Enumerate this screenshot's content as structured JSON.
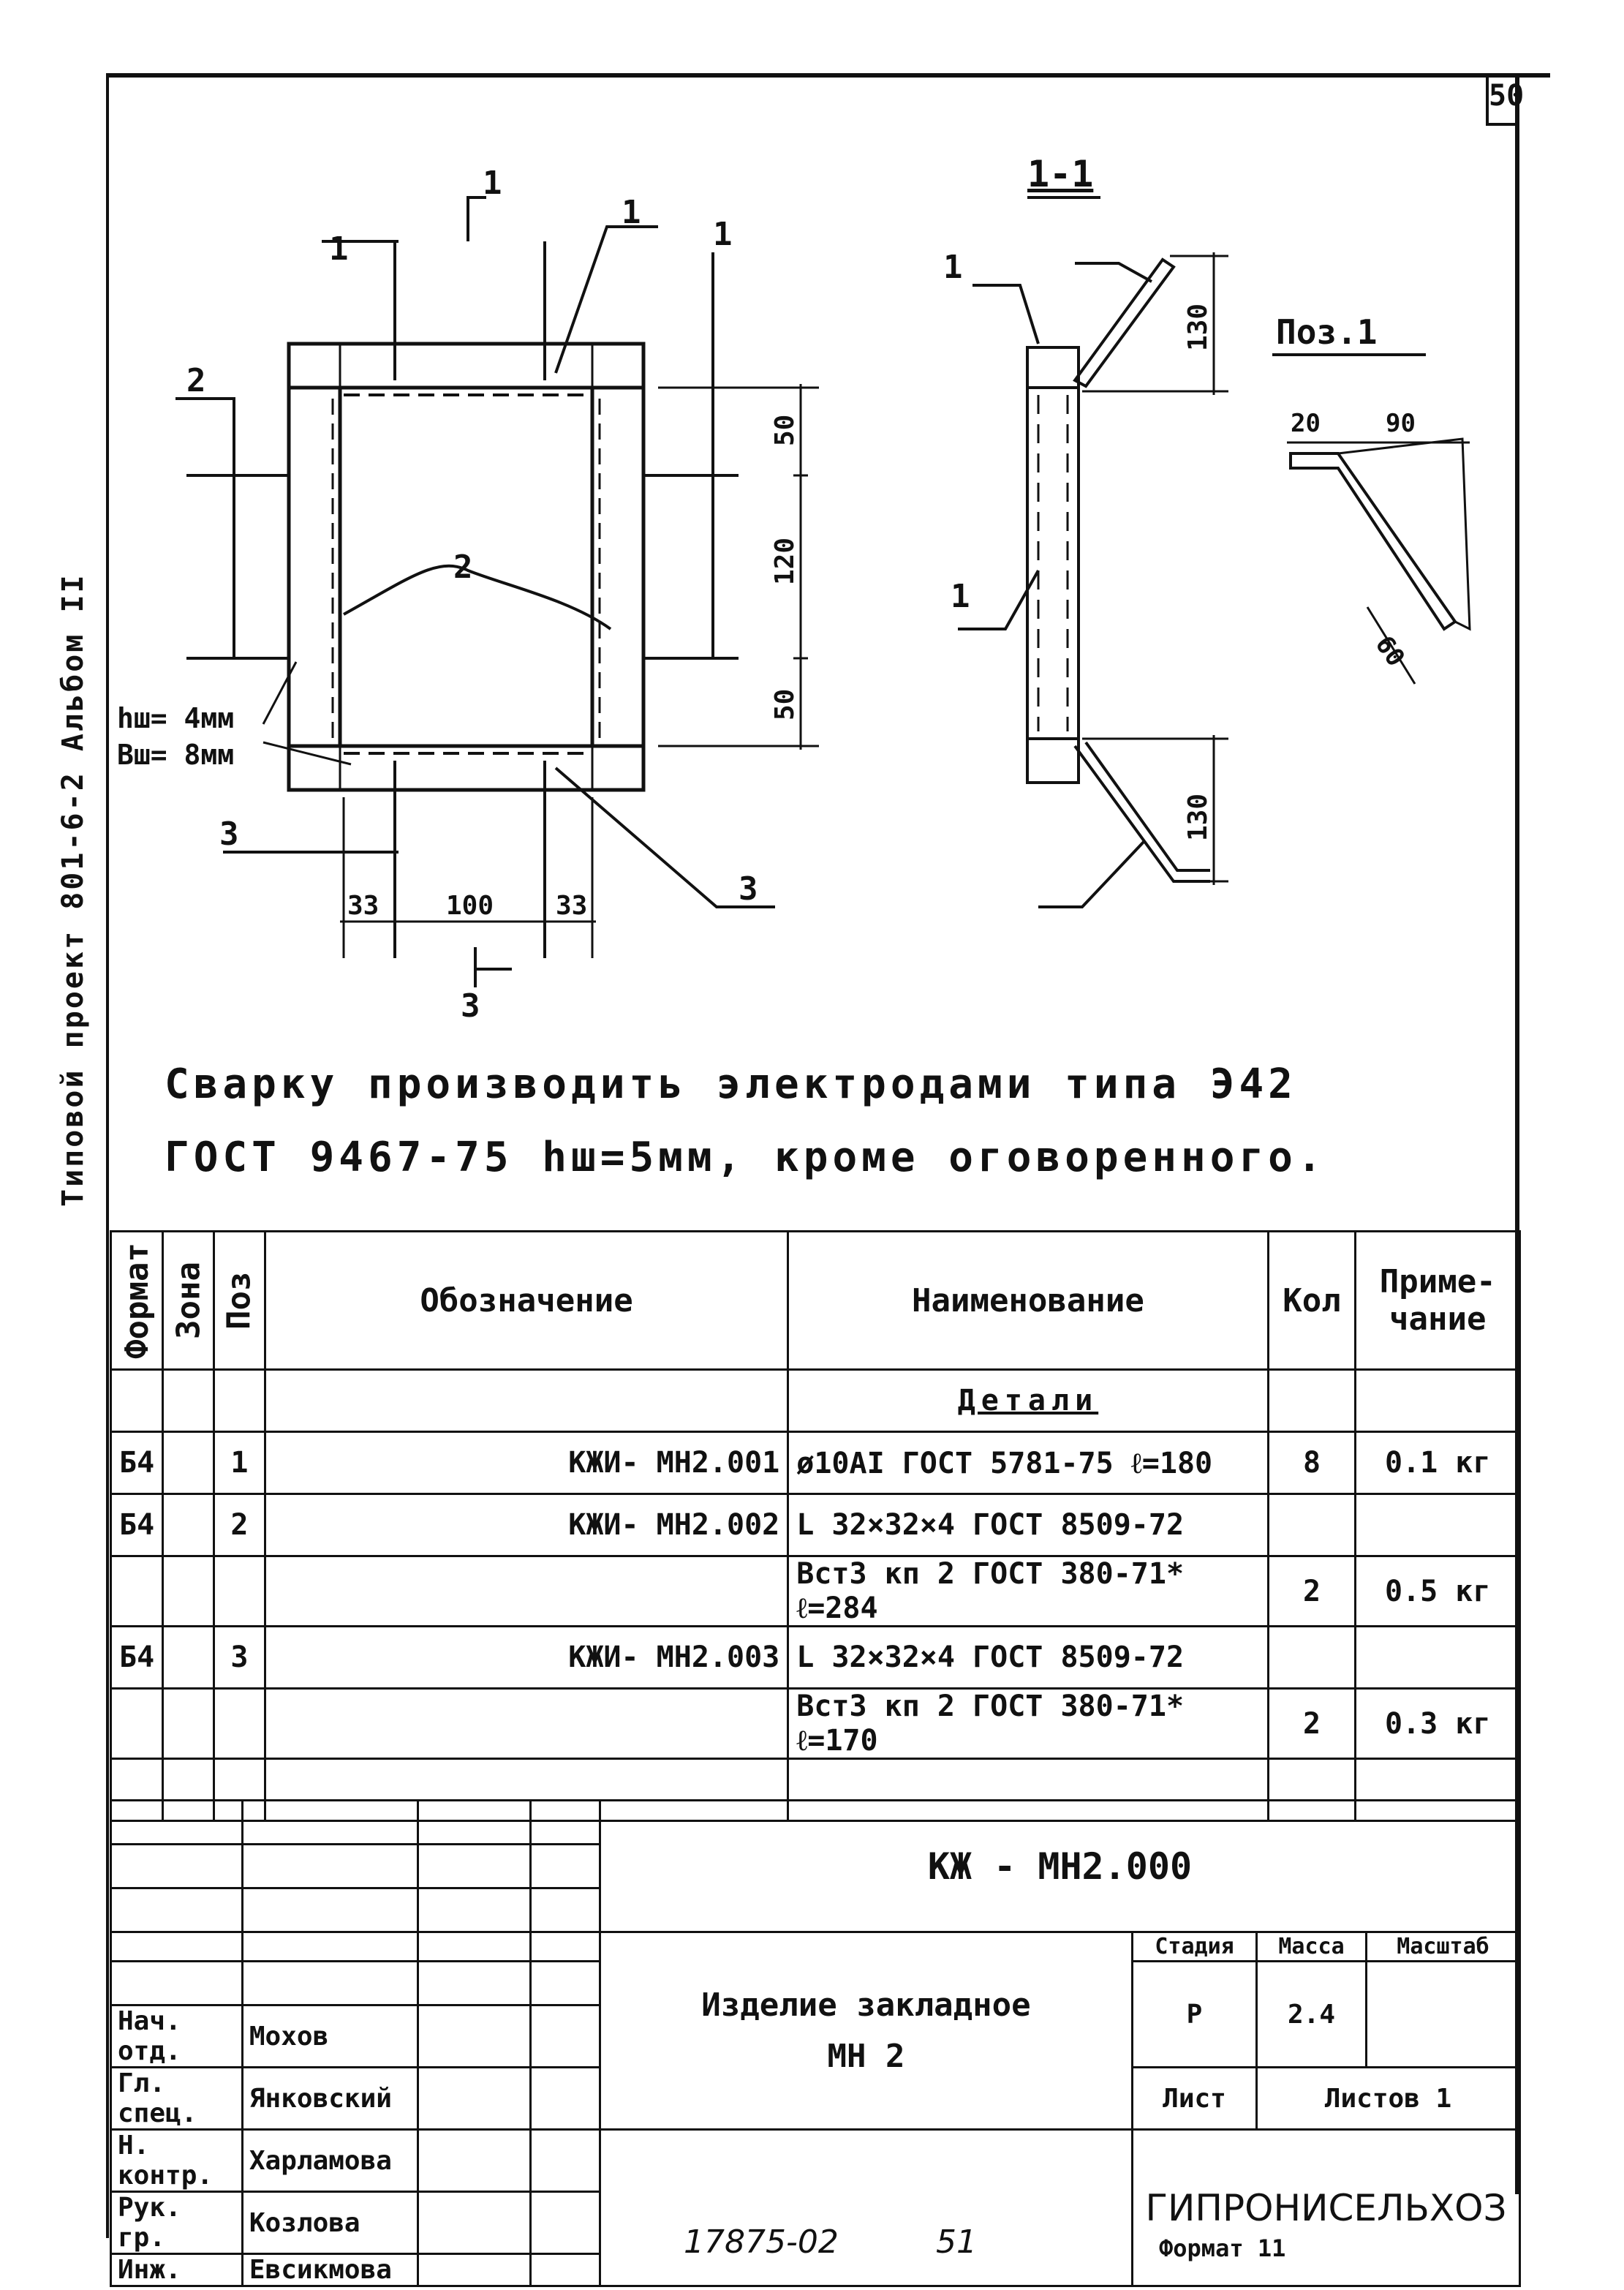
{
  "sheet_number": "50",
  "side_label": "Типовой проект 801-6-2 Альбом II",
  "drawing": {
    "section_title": "1-1",
    "pos_title": "Поз.1",
    "section_marker": "1",
    "callouts": [
      "1",
      "1",
      "1",
      "1",
      "2",
      "2",
      "3",
      "3",
      "3",
      "1",
      "1"
    ],
    "dims_vertical": [
      "50",
      "120",
      "50",
      "130",
      "130"
    ],
    "dims_horizontal": [
      "33",
      "100",
      "33"
    ],
    "pos1_dims": [
      "20",
      "90",
      "60"
    ],
    "weld_h": "hш= 4мм",
    "weld_b": "Bш= 8мм"
  },
  "note": {
    "line1": "Сварку производить электродами типа Э42",
    "line2": "ГОСТ 9467-75 hш=5мм, кроме оговоренного."
  },
  "spec": {
    "headers": {
      "format": "Формат",
      "zone": "Зона",
      "pos": "Поз",
      "designation": "Обозначение",
      "name": "Наименование",
      "qty": "Кол",
      "note": "Приме-чание"
    },
    "section": "Детали",
    "rows": [
      {
        "format": "Б4",
        "pos": "1",
        "designation": "КЖИ- МН2.001",
        "name": "ø10АI ГОСТ 5781-75   ℓ=180",
        "qty": "8",
        "note": "0.1 кг"
      },
      {
        "format": "Б4",
        "pos": "2",
        "designation": "КЖИ- МН2.002",
        "name": "L 32×32×4 ГОСТ 8509-72",
        "qty": "",
        "note": ""
      },
      {
        "format": "",
        "pos": "",
        "designation": "",
        "name": "Вст3 кп 2 ГОСТ 380-71*  ℓ=284",
        "qty": "2",
        "note": "0.5 кг"
      },
      {
        "format": "Б4",
        "pos": "3",
        "designation": "КЖИ- МН2.003",
        "name": "L 32×32×4 ГОСТ 8509-72",
        "qty": "",
        "note": ""
      },
      {
        "format": "",
        "pos": "",
        "designation": "",
        "name": "Вст3 кп 2 ГОСТ 380-71*  ℓ=170",
        "qty": "2",
        "note": "0.3 кг"
      }
    ]
  },
  "stamp": {
    "code": "КЖ - МН2.000",
    "title_line1": "Изделие закладное",
    "title_line2": "МН 2",
    "stage_label": "Стадия",
    "mass_label": "Масса",
    "scale_label": "Масштаб",
    "stage": "Р",
    "mass": "2.4",
    "sheet_label": "Лист",
    "sheets_label": "Листов 1",
    "org": "ГИПРОНИСЕЛЬХОЗ",
    "signers": [
      {
        "role": "Нач. отд.",
        "name": "Мохов"
      },
      {
        "role": "Гл. спец.",
        "name": "Янковский"
      },
      {
        "role": "Н. контр.",
        "name": "Харламова"
      },
      {
        "role": "Рук. гр.",
        "name": "Козлова"
      },
      {
        "role": "Инж.",
        "name": "Евсикмова"
      }
    ]
  },
  "footer": {
    "inventory": "17875-02",
    "page": "51",
    "format": "Формат 11"
  }
}
